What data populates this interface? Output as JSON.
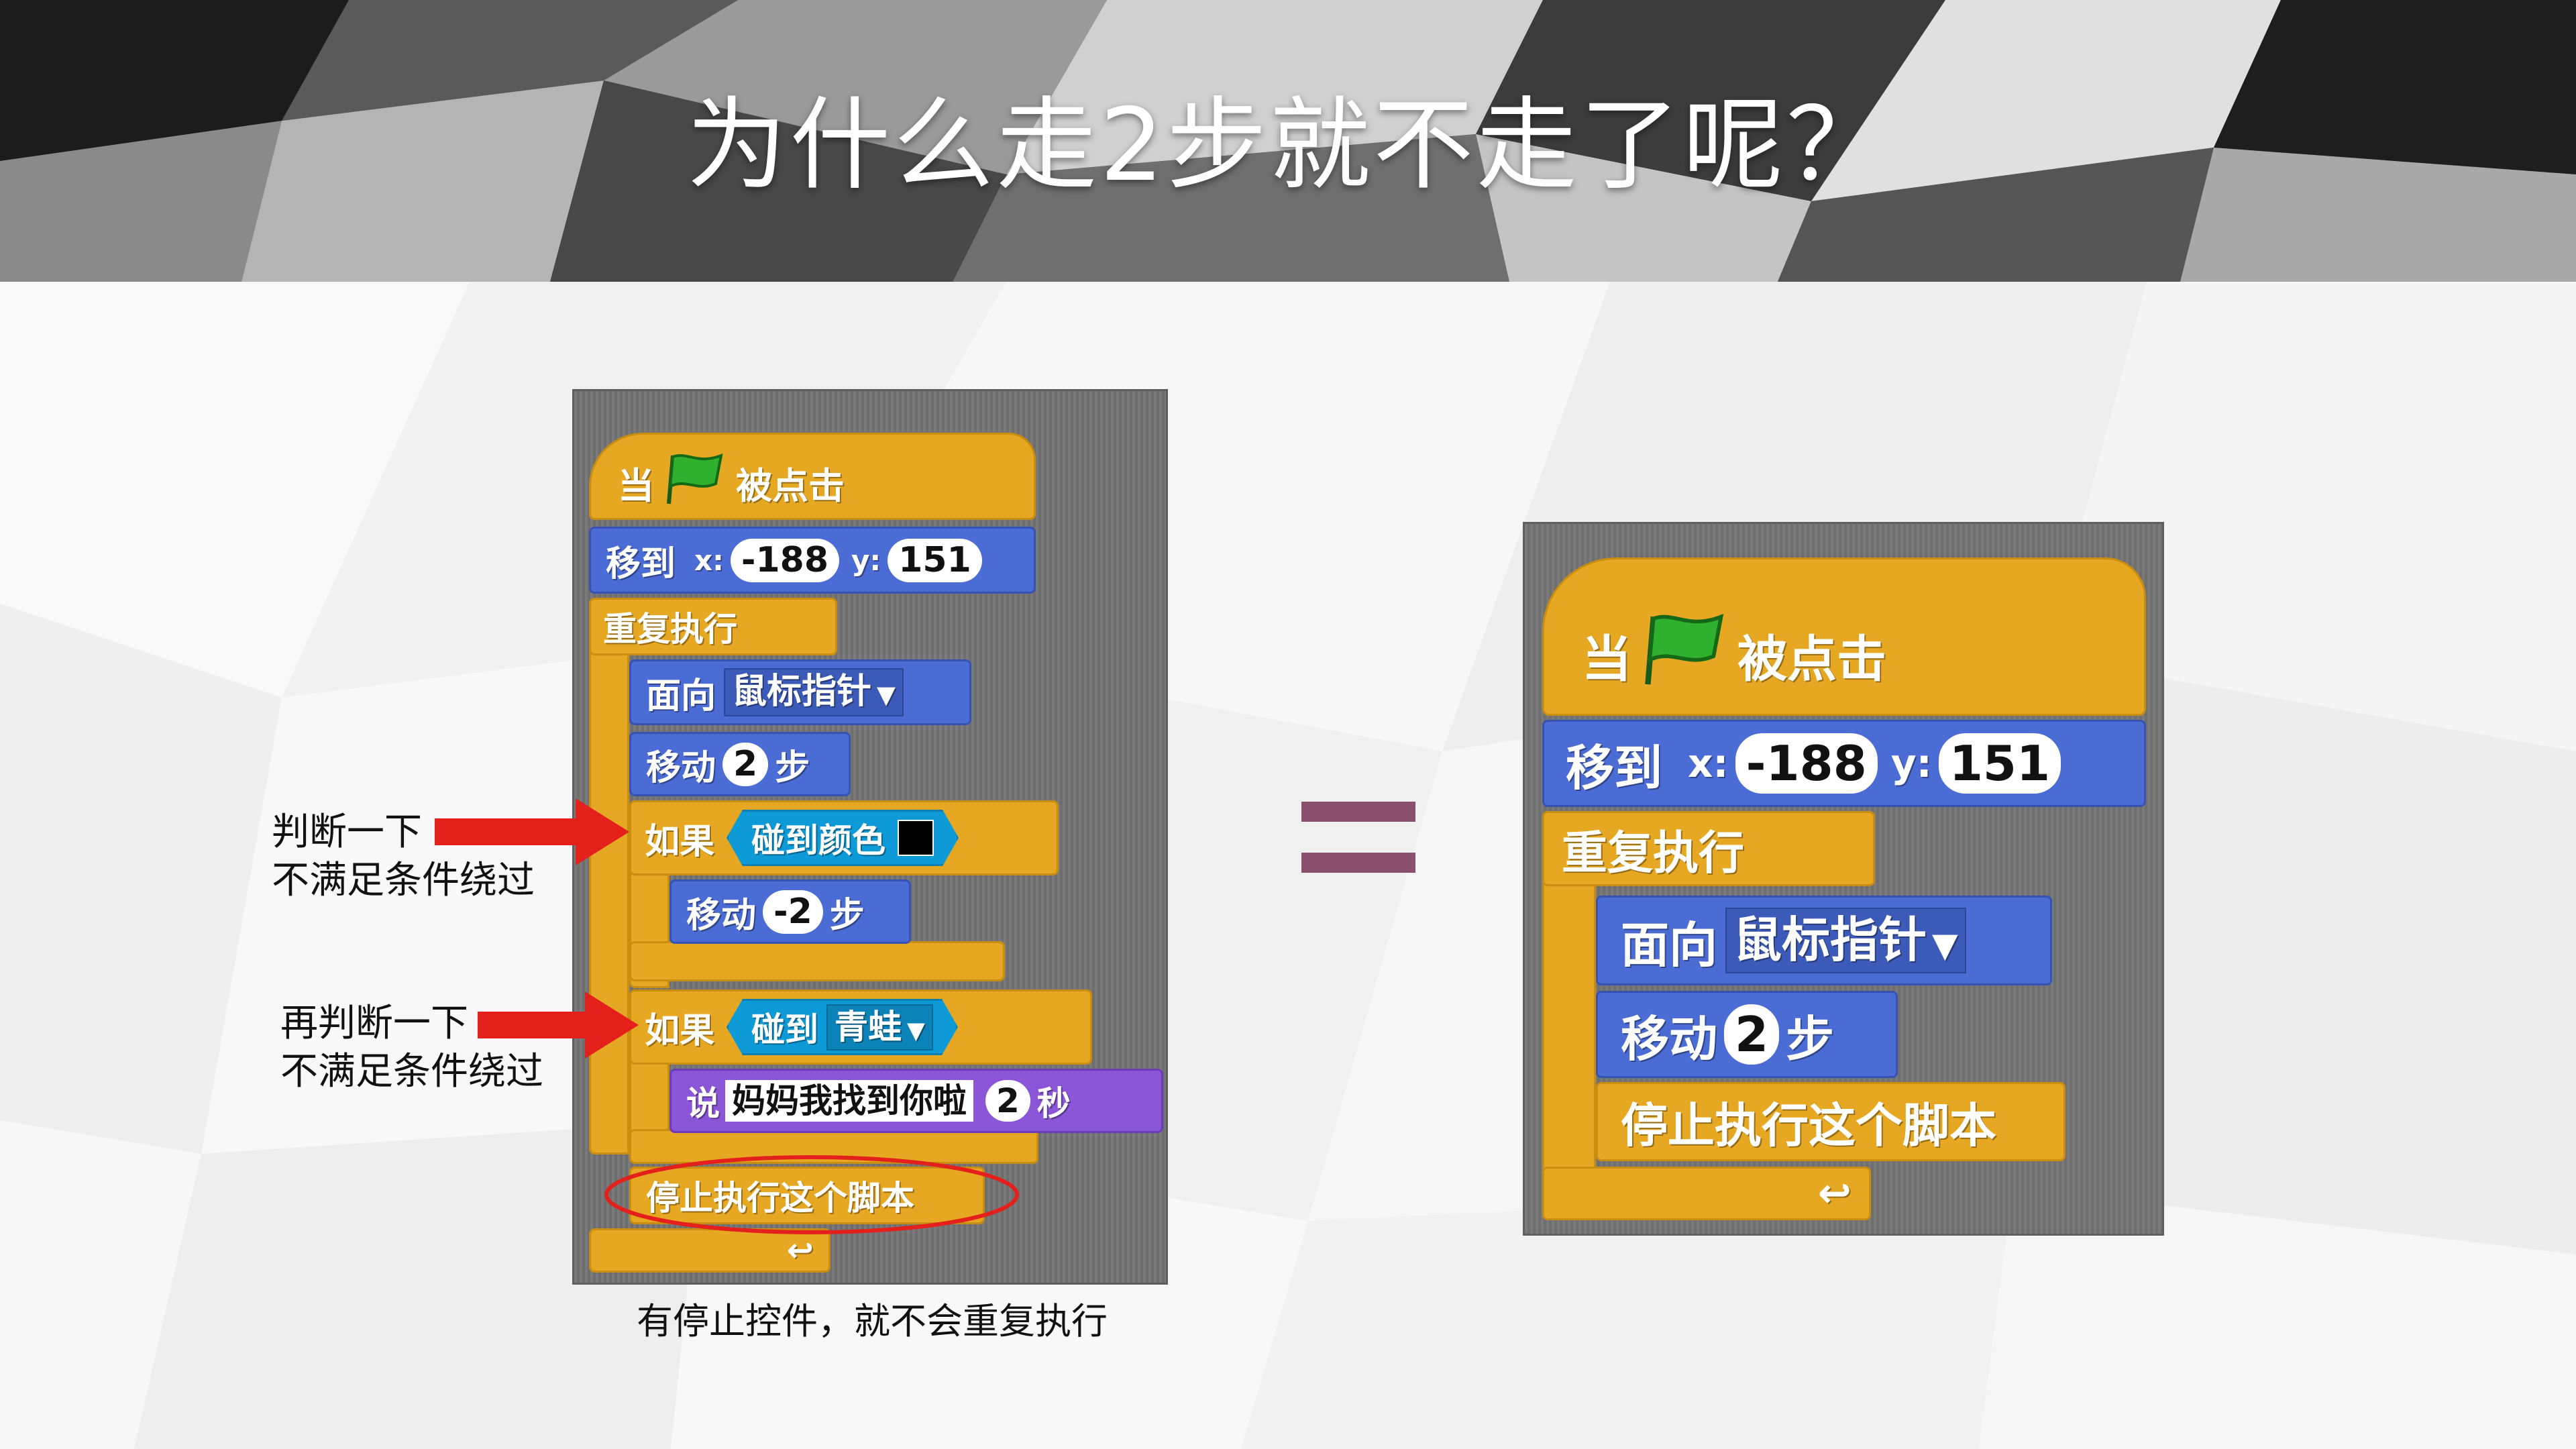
{
  "slide": {
    "title": "为什么走2步就不走了呢？"
  },
  "left_script": {
    "hat": {
      "prefix": "当",
      "suffix": "被点击",
      "flag_icon": "green-flag-icon"
    },
    "goto": {
      "label": "移到",
      "x_label": "x:",
      "x_value": "-188",
      "y_label": "y:",
      "y_value": "151"
    },
    "forever": {
      "label": "重复执行"
    },
    "point": {
      "label": "面向",
      "target": "鼠标指针"
    },
    "move1": {
      "label": "移动",
      "steps": "2",
      "unit": "步"
    },
    "if1": {
      "label": "如果",
      "condition": "碰到颜色"
    },
    "move2": {
      "label": "移动",
      "steps": "-2",
      "unit": "步"
    },
    "if2": {
      "label": "如果",
      "condition": "碰到",
      "target": "青蛙"
    },
    "say": {
      "label": "说",
      "text": "妈妈我找到你啦",
      "secs": "2",
      "unit": "秒"
    },
    "stop": {
      "label": "停止执行这个脚本"
    },
    "loop_arrow": "↩"
  },
  "annotations": {
    "note1_line1": "判断一下",
    "note1_line2": "不满足条件绕过",
    "note2_line1": "再判断一下",
    "note2_line2": "不满足条件绕过",
    "caption": "有停止控件，就不会重复执行"
  },
  "right_script": {
    "hat": {
      "prefix": "当",
      "suffix": "被点击",
      "flag_icon": "green-flag-icon"
    },
    "goto": {
      "label": "移到",
      "x_label": "x:",
      "x_value": "-188",
      "y_label": "y:",
      "y_value": "151"
    },
    "forever": {
      "label": "重复执行"
    },
    "point": {
      "label": "面向",
      "target": "鼠标指针"
    },
    "move1": {
      "label": "移动",
      "steps": "2",
      "unit": "步"
    },
    "stop": {
      "label": "停止执行这个脚本"
    },
    "loop_arrow": "↩"
  },
  "colors": {
    "control": "#e6a822",
    "motion": "#4a6cd4",
    "sensing": "#0e9ad7",
    "looks": "#8a55d7",
    "arrow": "#e3201b",
    "equals": "#8a4f6e"
  }
}
